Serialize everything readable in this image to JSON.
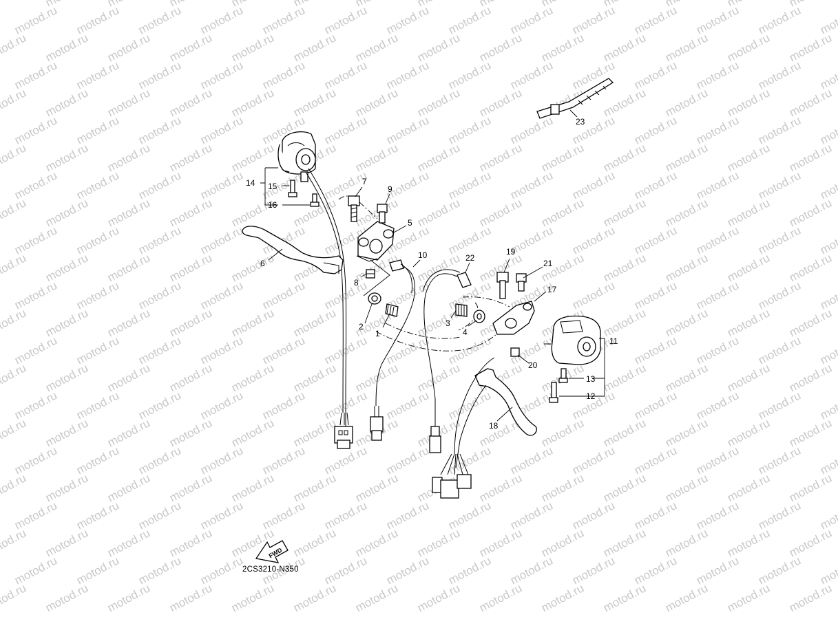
{
  "watermark": {
    "text": "motod.ru",
    "color": "#c8c8c8"
  },
  "diagram_code": "2CS3210-N350",
  "fwd_label": "FWD",
  "callouts": {
    "p1": "1",
    "p2": "2",
    "p3": "3",
    "p4": "4",
    "p5": "5",
    "p6": "6",
    "p7": "7",
    "p8": "8",
    "p9": "9",
    "p10": "10",
    "p11": "11",
    "p12": "12",
    "p13": "13",
    "p14": "14",
    "p15": "15",
    "p16": "16",
    "p17": "17",
    "p18": "18",
    "p19": "19",
    "p20": "20",
    "p21": "21",
    "p22": "22",
    "p23": "23"
  }
}
